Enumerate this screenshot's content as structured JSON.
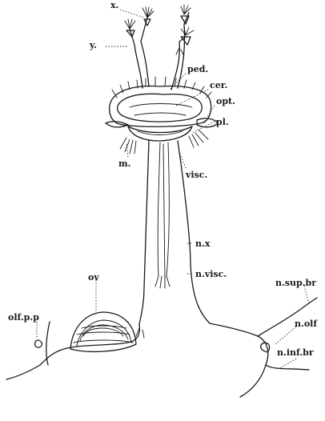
{
  "labels": {
    "x": "x.",
    "y": "y.",
    "ped": "ped.",
    "cer": "cer.",
    "opt": "opt.",
    "pl": "pl.",
    "m": "m.",
    "visc": "visc.",
    "nx": "n.x",
    "nvisc": "n.visc.",
    "nsupbr": "n.sup.br",
    "ov": "ov",
    "olfpp": "olf.p.p",
    "nolf": "n.olf",
    "ninfbr": "n.inf.br"
  }
}
